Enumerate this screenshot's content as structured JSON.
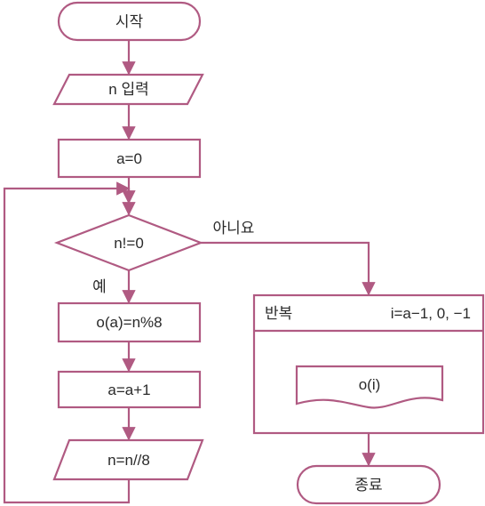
{
  "flowchart": {
    "start": "시작",
    "input": "n 입력",
    "init": "a=0",
    "condition": "n!=0",
    "yes_label": "예",
    "no_label": "아니요",
    "assign": "o(a)=n%8",
    "increment": "a=a+1",
    "divide": "n=n//8",
    "loop_title": "반복",
    "loop_range": "i=a−1, 0, −1",
    "output": "o(i)",
    "end": "종료"
  },
  "colors": {
    "stroke": "#b05a82",
    "text": "#2a2a2a",
    "background": "#ffffff"
  }
}
